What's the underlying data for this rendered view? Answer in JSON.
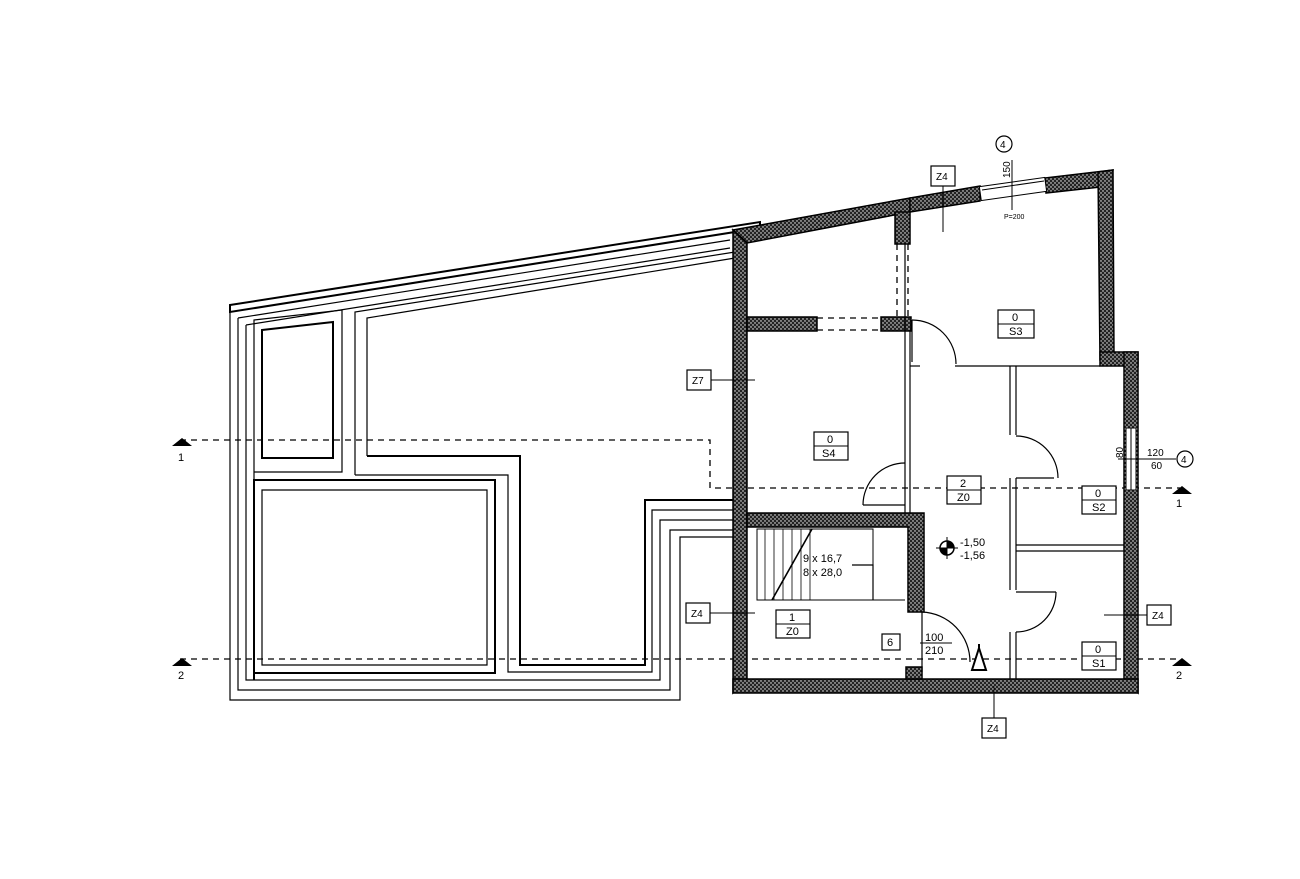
{
  "wall_tags": {
    "top": "Z4",
    "left": "Z7",
    "stair_left": "Z4",
    "right": "Z4",
    "bottom": "Z4"
  },
  "rooms": {
    "s3": {
      "num": "0",
      "code": "S3"
    },
    "s4": {
      "num": "0",
      "code": "S4"
    },
    "hall": {
      "num": "2",
      "code": "Z0"
    },
    "s2": {
      "num": "0",
      "code": "S2"
    },
    "entry": {
      "num": "1",
      "code": "Z0"
    },
    "s1": {
      "num": "0",
      "code": "S1"
    }
  },
  "sections": {
    "sec1": "1",
    "sec2": "2"
  },
  "window_top": {
    "marker": "4",
    "height": "150",
    "parapet": "P=200"
  },
  "window_right": {
    "width": "120",
    "height": "60",
    "marker": "4",
    "side_label": "80"
  },
  "stairs": {
    "line1": "9 x 16,7",
    "line2": "8 x 28,0"
  },
  "level": {
    "upper": "-1,50",
    "lower": "-1,56"
  },
  "door": {
    "marker": "6",
    "width": "100",
    "height": "210"
  },
  "colors": {
    "ink": "#000000",
    "wall": "#1a1a1a",
    "background": "#ffffff"
  }
}
